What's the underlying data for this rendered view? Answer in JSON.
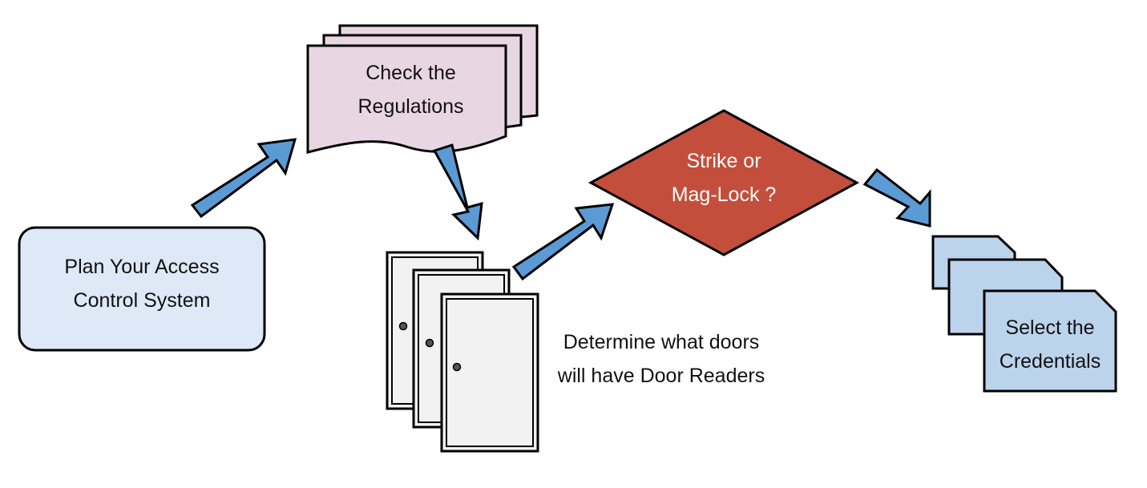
{
  "colors": {
    "plan_fill": "#dde9f6",
    "regulations_fill": "#e8d7e2",
    "door_fill": "#f2f2f2",
    "decision_fill": "#c44e3c",
    "credentials_fill": "#bcd3ec",
    "arrow_fill": "#5b9bd5",
    "outline": "#000000"
  },
  "nodes": {
    "plan": {
      "line1": "Plan Your Access",
      "line2": "Control System"
    },
    "regulations": {
      "line1": "Check the",
      "line2": "Regulations"
    },
    "doors": {
      "line1": "Determine what doors",
      "line2": "will have Door Readers"
    },
    "decision": {
      "line1": "Strike or",
      "line2": "Mag-Lock ?"
    },
    "credentials": {
      "line1": "Select the",
      "line2": "Credentials"
    }
  },
  "icons": [
    "block-arrow-icon",
    "multi-document-icon",
    "door-icon",
    "diamond-decision-icon",
    "card-stack-icon"
  ]
}
